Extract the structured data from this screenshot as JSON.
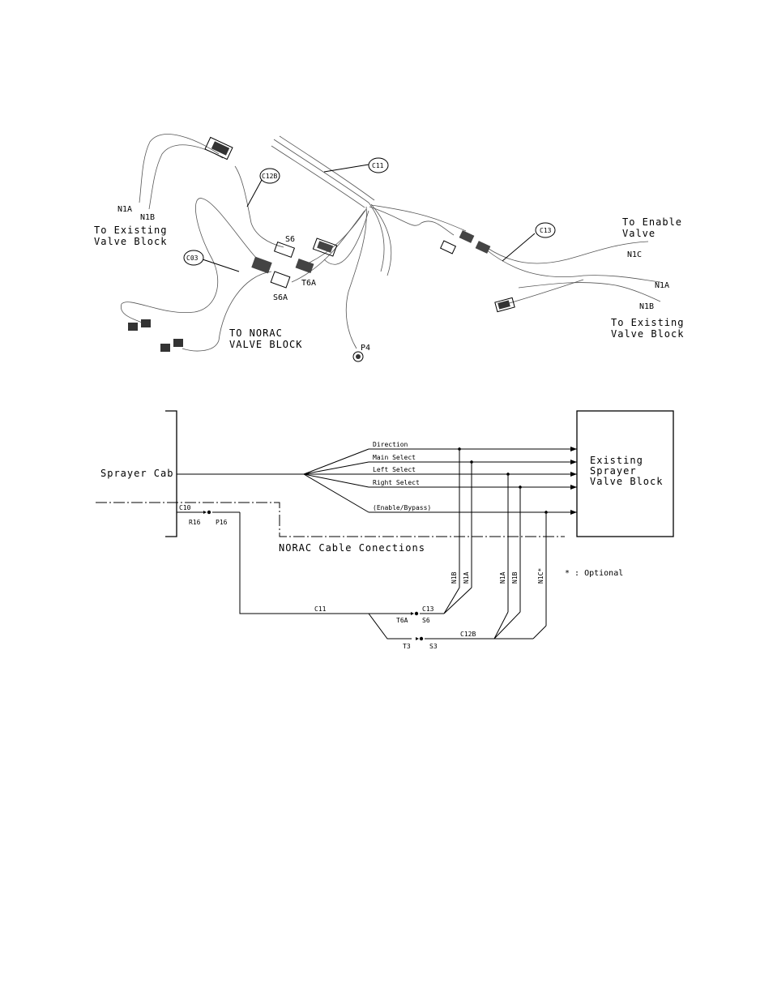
{
  "harness_drawing": {
    "labels": {
      "c11": "C11",
      "c12b": "C12B",
      "c13": "C13",
      "c03": "C03",
      "s6": "S6",
      "t6a": "T6A",
      "s6a": "S6A",
      "p4": "P4",
      "n1a_left": "N1A",
      "n1b_left": "N1B",
      "to_existing_left_1": "To Existing",
      "to_existing_left_2": "Valve Block",
      "to_norac_1": "TO NORAC",
      "to_norac_2": "VALVE BLOCK",
      "to_enable_1": "To Enable",
      "to_enable_2": "Valve",
      "n1c": "N1C",
      "n1a_right": "N1A",
      "n1b_right": "N1B",
      "to_existing_right_1": "To Existing",
      "to_existing_right_2": "Valve Block"
    }
  },
  "schematic": {
    "sprayer_cab": "Sprayer Cab",
    "valve_block_lines": [
      "Existing",
      "Sprayer",
      "Valve Block"
    ],
    "signals": [
      "Direction",
      "Main Select",
      "Left Select",
      "Right Select",
      "(Enable/Bypass)"
    ],
    "c10": "C10",
    "r16": "R16",
    "p16": "P16",
    "norac_connections": "NORAC Cable Conections",
    "c11": "C11",
    "c13": "C13",
    "t6a": "T6A",
    "s6": "S6",
    "c12b": "C12B",
    "t3": "T3",
    "s3": "S3",
    "vert_labels": [
      "N1B",
      "N1A",
      "N1A",
      "N1B",
      "N1C*"
    ],
    "optional_note": "* : Optional"
  }
}
